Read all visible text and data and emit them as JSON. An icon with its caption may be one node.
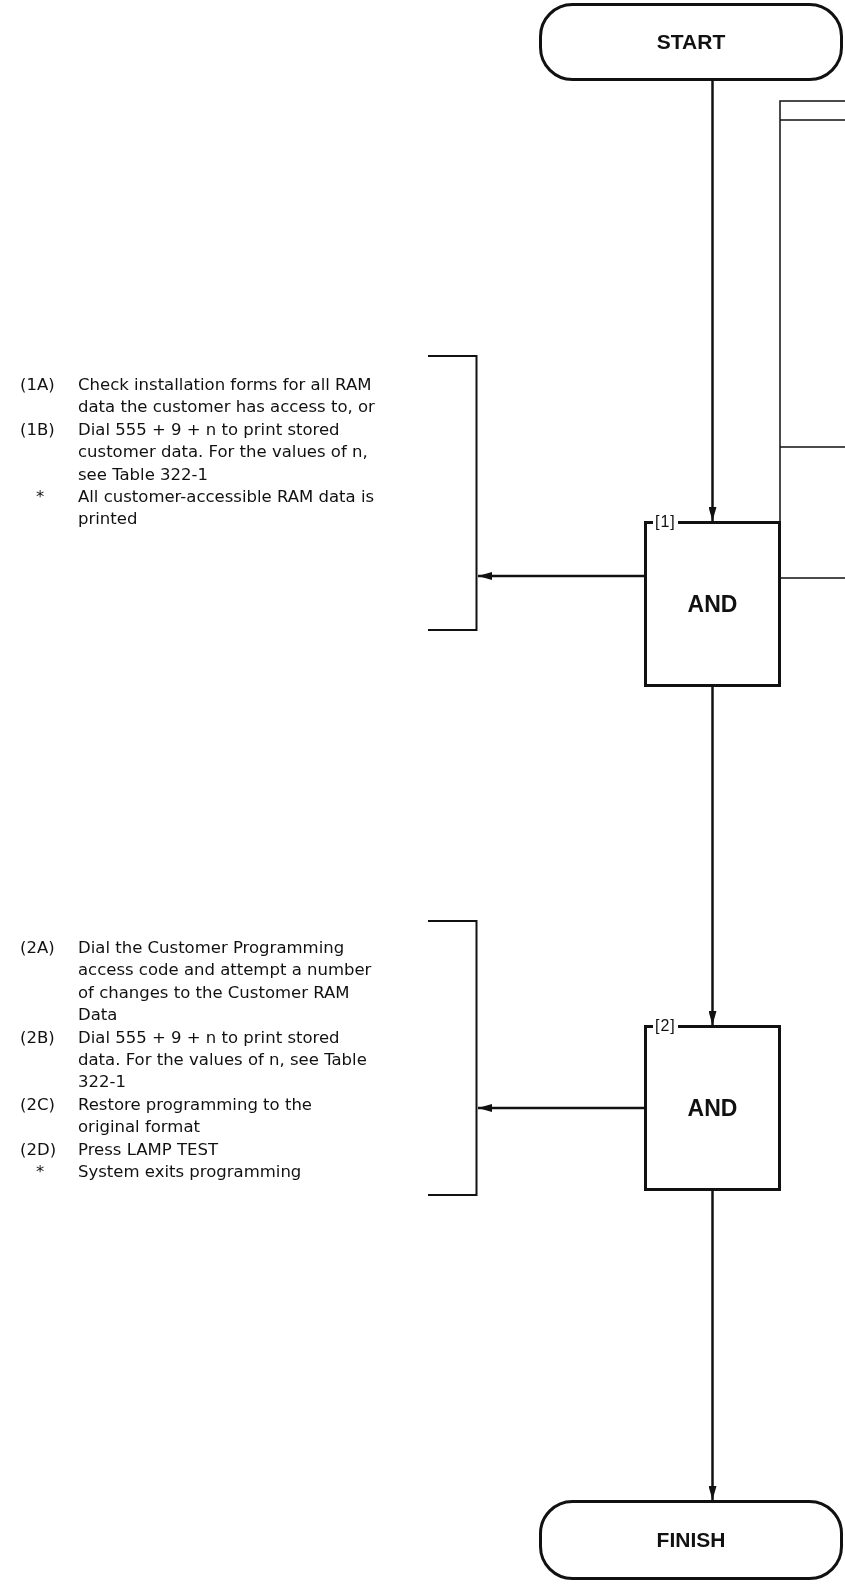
{
  "diagram": {
    "nodes": [
      {
        "text": [
          "START"
        ]
      },
      {
        "text": [
          "[1]",
          "AND"
        ]
      },
      {
        "text": [
          "(1A)",
          "Check installation forms for all RAM data the customer has access to, or",
          "(1B)",
          "Dial 555 + 9 + n to print stored customer data. For the values of n, see Table 322-1",
          "*",
          "All customer-accessible RAM data is printed"
        ]
      },
      {
        "text": [
          "[2]",
          "AND"
        ]
      },
      {
        "text": [
          "(2A)",
          "Dial the Customer Programming access code and attempt a number of changes to the Customer RAM Data",
          "(2B)",
          "Dial 555 + 9 + n to print stored data. For the values of n, see Table 322-1",
          "(2C)",
          "Restore programming to the original format",
          "(2D)",
          "Press LAMP TEST",
          "*",
          "System exits programming"
        ]
      },
      {
        "text": [
          "FINISH"
        ]
      }
    ],
    "edges": [
      {
        "from": 0,
        "to": 1,
        "arrow": "to"
      },
      {
        "from": 1,
        "to": 2,
        "arrow": "to"
      },
      {
        "from": 1,
        "to": 3,
        "arrow": "to"
      },
      {
        "from": 3,
        "to": 4,
        "arrow": "to"
      },
      {
        "from": 3,
        "to": 5,
        "arrow": "to"
      }
    ]
  }
}
